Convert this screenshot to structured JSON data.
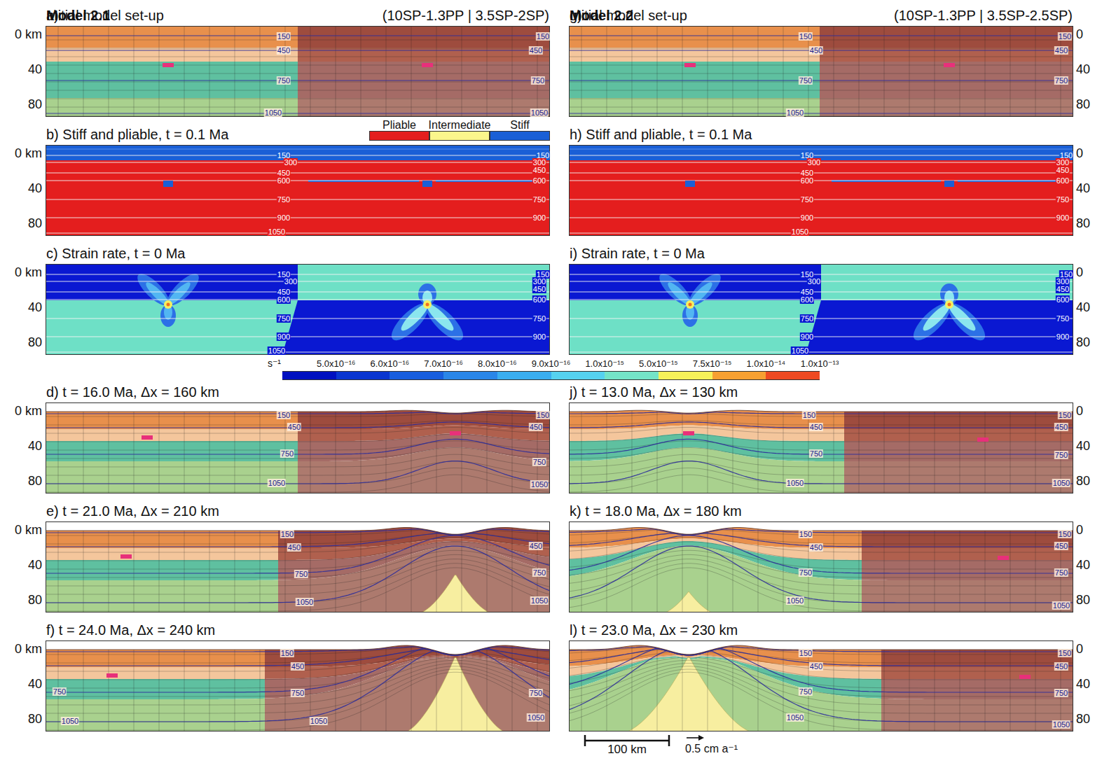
{
  "diagram": {
    "nodes": [
      {
        "text": [
          "a)",
          "Model 2.1",
          "Initial model set-up",
          "(10SP-1.3PP | 3.5SP-2SP)"
        ]
      },
      {
        "text": [
          "b) Stiff and pliable, t = 0.1 Ma"
        ]
      },
      {
        "text": [
          "c) Strain rate, t = 0 Ma"
        ]
      },
      {
        "text": [
          "d) t = 16.0 Ma, Δx = 160 km"
        ]
      },
      {
        "text": [
          "e) t = 21.0 Ma, Δx = 210 km"
        ]
      },
      {
        "text": [
          "f) t = 24.0 Ma, Δx = 240 km"
        ]
      },
      {
        "text": [
          "g)",
          "Model 2.2",
          "Initial model set-up",
          "(10SP-1.3PP | 3.5SP-2.5SP)"
        ]
      },
      {
        "text": [
          "h) Stiff and pliable, t = 0.1 Ma"
        ]
      },
      {
        "text": [
          "i) Strain rate, t = 0 Ma"
        ]
      },
      {
        "text": [
          "j) t = 13.0 Ma, Δx = 130 km"
        ]
      },
      {
        "text": [
          "k) t = 18.0 Ma, Δx = 180 km"
        ]
      },
      {
        "text": [
          "l) t = 23.0 Ma, Δx = 230 km"
        ]
      }
    ],
    "labels": [
      "0 km",
      "40",
      "80",
      "0 km",
      "40",
      "80",
      "0 km",
      "40",
      "80",
      "0 km",
      "40",
      "80",
      "0 km",
      "40",
      "80",
      "0 km",
      "40",
      "80",
      "0",
      "40",
      "80",
      "0",
      "40",
      "80",
      "0",
      "40",
      "80",
      "0",
      "40",
      "80",
      "0",
      "40",
      "80",
      "0",
      "40",
      "80",
      "150",
      "450",
      "750",
      "1050",
      "150",
      "450",
      "750",
      "1050",
      "150",
      "300",
      "450",
      "600",
      "750",
      "900",
      "1050",
      "150",
      "300",
      "450",
      "600",
      "750",
      "900",
      "150",
      "300",
      "450",
      "600",
      "750",
      "900",
      "1050",
      "150",
      "300",
      "450",
      "600",
      "750",
      "900",
      "150",
      "450",
      "750",
      "1050",
      "150",
      "450",
      "750",
      "1050",
      "150",
      "450",
      "750",
      "1050",
      "450",
      "750",
      "1050",
      "150",
      "450",
      "750",
      "1050",
      "750",
      "1050",
      "750",
      "1050",
      "150",
      "450",
      "750",
      "1050",
      "150",
      "450",
      "750",
      "150",
      "300",
      "450",
      "600",
      "750",
      "900",
      "1050",
      "150",
      "300",
      "450",
      "600",
      "750",
      "900",
      "150",
      "300",
      "450",
      "600",
      "750",
      "900",
      "1050",
      "150",
      "300",
      "450",
      "600",
      "750",
      "900",
      "150",
      "450",
      "750",
      "1050",
      "150",
      "450",
      "750",
      "1050",
      "150",
      "450",
      "750",
      "1050",
      "150",
      "450",
      "750",
      "1050",
      "150",
      "450",
      "750",
      "1050",
      "150",
      "450",
      "750",
      "1050",
      "s⁻¹",
      "100 km",
      "0.5 cm a⁻¹"
    ],
    "legend": [
      {
        "text": "Pliable",
        "color": "#e41e1e"
      },
      {
        "text": "Intermediate",
        "color": "#fbf68c"
      },
      {
        "text": "Stiff",
        "color": "#1a5fd6"
      },
      {
        "text": "5.0x10⁻¹⁶",
        "color": "#0010c0"
      },
      {
        "text": "6.0x10⁻¹⁶",
        "color": "#0a36d0"
      },
      {
        "text": "7.0x10⁻¹⁶",
        "color": "#185ede"
      },
      {
        "text": "8.0x10⁻¹⁶",
        "color": "#2a86e8"
      },
      {
        "text": "9.0x10⁻¹⁶",
        "color": "#3aaef0"
      },
      {
        "text": "1.0x10⁻¹⁵",
        "color": "#56d2f0"
      },
      {
        "text": "5.0x10⁻¹⁵",
        "color": "#74e4c8"
      },
      {
        "text": "7.5x10⁻¹⁵",
        "color": "#f6f25a"
      },
      {
        "text": "1.0x10⁻¹⁴",
        "color": "#f7a032"
      },
      {
        "text": "1.0x10⁻¹³",
        "color": "#ee4a22"
      }
    ]
  }
}
